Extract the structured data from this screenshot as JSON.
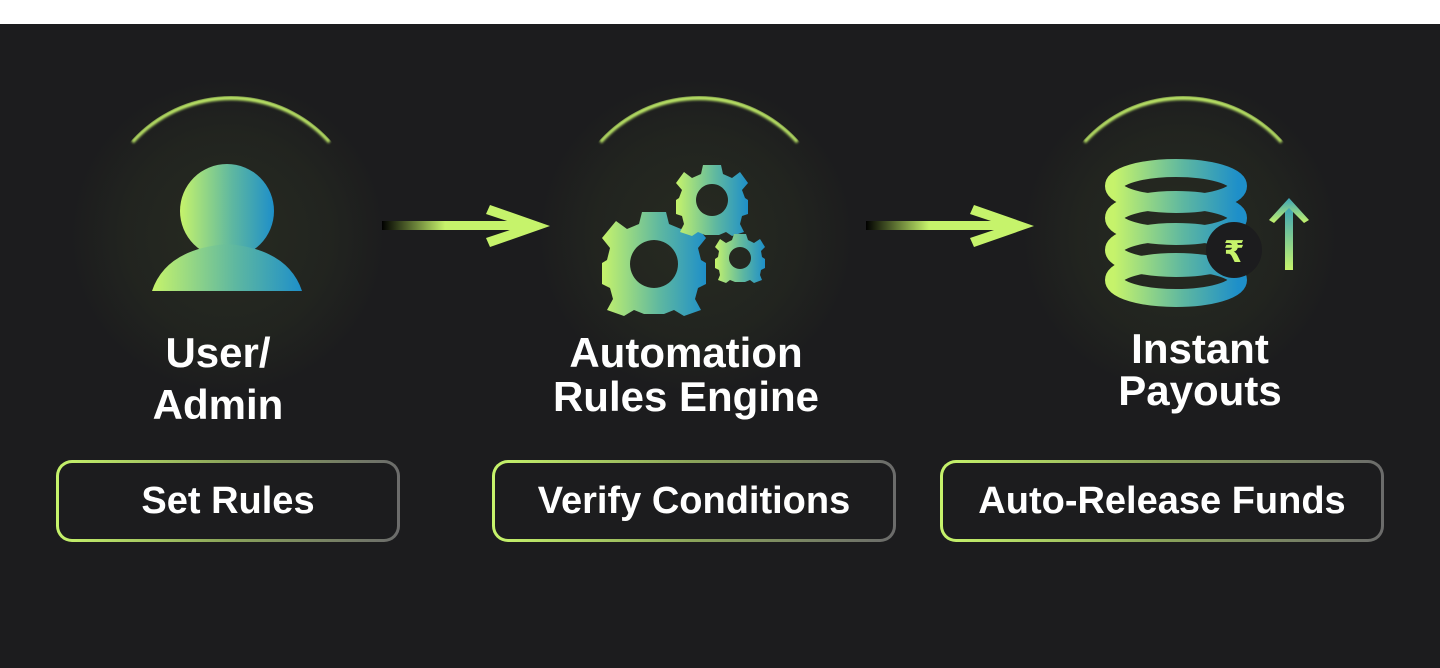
{
  "diagram": {
    "type": "flow",
    "colors": {
      "background": "#1c1c1e",
      "accent_green": "#c6f36b",
      "accent_blue": "#1e8fc9",
      "text": "#ffffff"
    },
    "nodes": [
      {
        "id": "user",
        "icon": "user-icon",
        "title_line1": "User/",
        "title_line2": "Admin",
        "action": "Set Rules"
      },
      {
        "id": "engine",
        "icon": "gears-icon",
        "title_line1": "Automation",
        "title_line2": "Rules Engine",
        "action": "Verify Conditions"
      },
      {
        "id": "payouts",
        "icon": "coin-stack-rupee-icon",
        "title_line1": "Instant",
        "title_line2": "Payouts",
        "action": "Auto-Release Funds"
      }
    ],
    "edges": [
      {
        "from": "user",
        "to": "engine",
        "icon": "arrow-right-icon"
      },
      {
        "from": "engine",
        "to": "payouts",
        "icon": "arrow-right-icon"
      }
    ],
    "currency_symbol": "₹"
  }
}
